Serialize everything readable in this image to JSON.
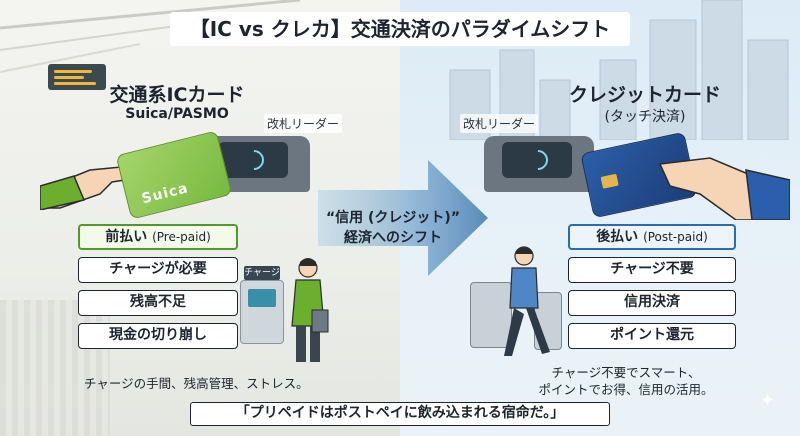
{
  "title": "【IC vs クレカ】交通決済のパラダイムシフト",
  "left": {
    "heading": "交通系ICカード",
    "subheading": "Suica/PASMO",
    "reader_label": "改札リーダー",
    "card_text": "Suica",
    "items": [
      {
        "main": "前払い",
        "sub": "(Pre-paid)"
      },
      {
        "main": "チャージが必要",
        "sub": ""
      },
      {
        "main": "残高不足",
        "sub": ""
      },
      {
        "main": "現金の切り崩し",
        "sub": ""
      }
    ],
    "charge_sign": "チャージ",
    "caption": "チャージの手間、残高管理、ストレス。"
  },
  "center": {
    "arrow_line1": "“信用 (クレジット)”",
    "arrow_line2": "経済へのシフト"
  },
  "right": {
    "heading": "クレジットカード",
    "subheading": "(タッチ決済)",
    "reader_label": "改札リーダー",
    "items": [
      {
        "main": "後払い",
        "sub": "(Post-paid)"
      },
      {
        "main": "チャージ不要",
        "sub": ""
      },
      {
        "main": "信用決済",
        "sub": ""
      },
      {
        "main": "ポイント還元",
        "sub": ""
      }
    ],
    "caption_line1": "チャージ不要でスマート、",
    "caption_line2": "ポイントでお得、信用の活用。"
  },
  "quote": "「プリペイドはポストペイに飲み込まれる宿命だ。」",
  "colors": {
    "prepaid_accent": "#4e9a2a",
    "postpaid_accent": "#2b6cb0",
    "suica_green": "#8cc751",
    "credit_blue": "#2c5fa8",
    "arrow": "#3f78b0"
  },
  "icons": [
    "nfc-wave-icon",
    "sparkle-icon"
  ]
}
